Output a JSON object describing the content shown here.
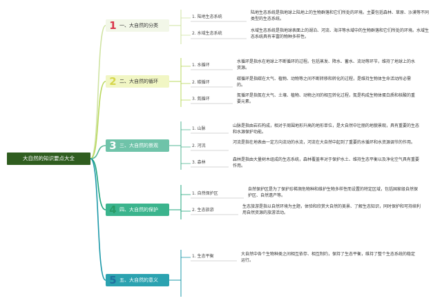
{
  "root": {
    "label": "大自然的知识要点大全"
  },
  "colors": {
    "cat1": "#f2f7e8",
    "cat2": "#f1f6c4",
    "cat3": "#6fc3a9",
    "cat4": "#3bb48d",
    "cat5": "#2ba2b0",
    "num1": "#d9344a",
    "num2": "#d6d64a",
    "num3": "#ffffff",
    "num4": "#2a9a67",
    "num5": "#1f6f9e"
  },
  "categories": [
    {
      "num": "1",
      "label": "一、大自然的分类",
      "items": [
        {
          "label": "1. 陆地生态系统",
          "desc": "陆地生态系统是指地球上陆地上的生物群落和它们所处的环境。主要包括森林、草原、沙漠等不同类型的生态系统。"
        },
        {
          "label": "2. 水域生态系统",
          "desc": "水域生态系统是指地球表面上的湖泊、河流、海洋等水域中的生物群落和它们所处的环境。水域生态系统具有丰富的物种多样性。"
        }
      ]
    },
    {
      "num": "2",
      "label": "二、大自然的循环",
      "items": [
        {
          "label": "1. 水循环",
          "desc": "水循环是指水在地球上不断循环的过程。包括蒸发、降水、蓄水、流动等环节，维持了地球上的水资源。"
        },
        {
          "label": "2. 碳循环",
          "desc": "碳循环是指碳在大气、植物、动物等之间不断转移和转化的过程，是维持生物体生命活动所必需的。"
        },
        {
          "label": "3. 氮循环",
          "desc": "氮循环是指氮在大气、土壤、植物、动物之间的相互转化过程，氮是构成生物体蛋白质和核酸的重要元素。"
        }
      ]
    },
    {
      "num": "3",
      "label": "三、大自然的景观",
      "items": [
        {
          "label": "1. 山脉",
          "desc": "山脉是指由岩石构成，相对于周围地形升高的地形单位，是大自然中壮丽的地貌景观，具有重要的生态和水源保护功能。"
        },
        {
          "label": "2. 河流",
          "desc": "河流是指在地表由一定方向流动的水流，河流在大自然中起到了重要的水循环和水资源调节的作用。"
        },
        {
          "label": "3. 森林",
          "desc": "森林是指由大量树木组成的生态系统，森林覆盖率对于保护水土、维持生态平衡以及净化空气具有重要作用。"
        }
      ]
    },
    {
      "num": "4",
      "label": "四、大自然的保护",
      "items": [
        {
          "label": "1. 自然保护区",
          "desc": "自然保护区是为了保护珍稀濒危物种和维护生物多样性而设置的特定区域，包括国家级自然保护区、自然遗产等。"
        },
        {
          "label": "2. 生态旅游",
          "desc": "生态旅游是指以自然环境为主题，体验和欣赏大自然的美景、了解生态知识，同时保护和可持续利用自然资源的旅游活动。"
        }
      ]
    },
    {
      "num": "5",
      "label": "五、大自然的意义",
      "items": [
        {
          "label": "1. 生态平衡",
          "desc": "大自然中各个生物种类之间相互依存、相互制约，保持了生态平衡，维持了整个生态系统的稳定运行。"
        }
      ]
    }
  ]
}
